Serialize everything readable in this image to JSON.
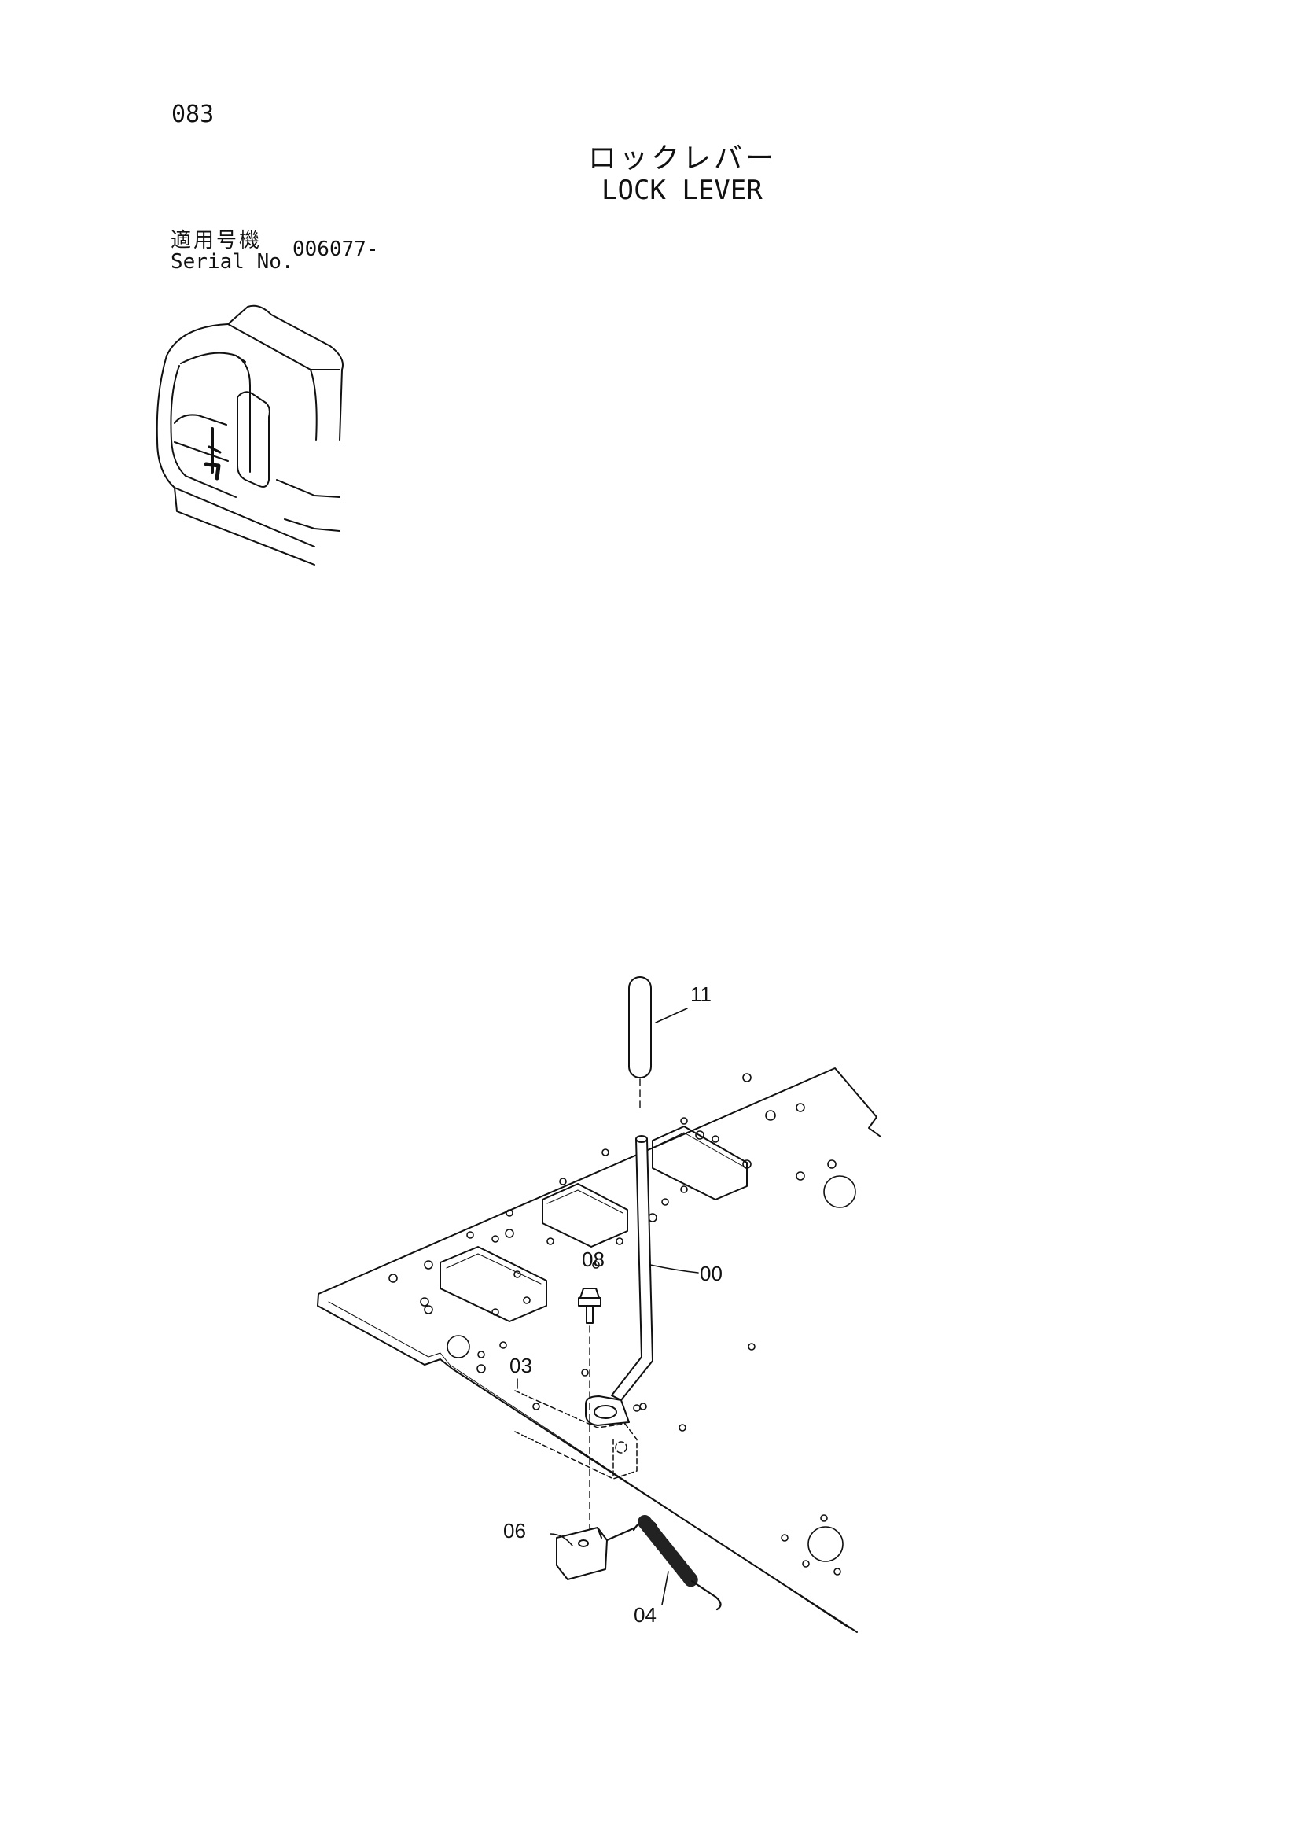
{
  "page_number": "083",
  "title": {
    "japanese": "ロックレバー",
    "english": "LOCK LEVER"
  },
  "serial": {
    "label_japanese": "適用号機",
    "label_english": "Serial No.",
    "value": "006077-"
  },
  "callouts": {
    "p11": "11",
    "p00": "00",
    "p08": "08",
    "p03": "03",
    "p06": "06",
    "p04": "04"
  }
}
